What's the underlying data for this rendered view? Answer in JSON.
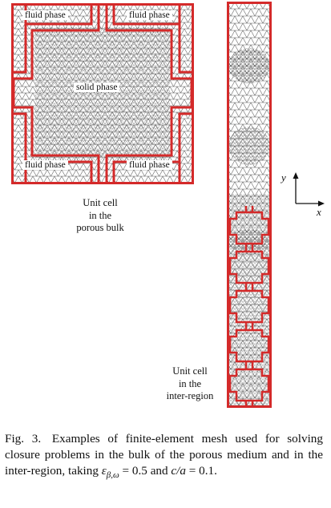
{
  "unit_cell_panel": {
    "phases": {
      "top_left": "fluid phase",
      "top_right": "fluid phase",
      "center": "solid phase",
      "bottom_left": "fluid phase",
      "bottom_right": "fluid phase"
    },
    "caption_lines": [
      "Unit cell",
      "in the",
      "porous bulk"
    ]
  },
  "inter_region_panel": {
    "caption_lines": [
      "Unit cell",
      "in the",
      "inter-region"
    ],
    "axes": {
      "y": "y",
      "x": "x"
    }
  },
  "figure_caption": {
    "number": "Fig. 3.",
    "text": "Examples of finite-element mesh used for solving closure problems in the bulk of the porous medium and in the inter-region, taking ",
    "eps_symbol": "ε",
    "eps_subscript": "β,ω",
    "eps_value": " = 0.5 and ",
    "ratio": "c/a",
    "ratio_value": " = 0.1."
  },
  "colors": {
    "outline": "#d42a2a",
    "mesh": "#555555",
    "mesh_dense": "#333333"
  }
}
